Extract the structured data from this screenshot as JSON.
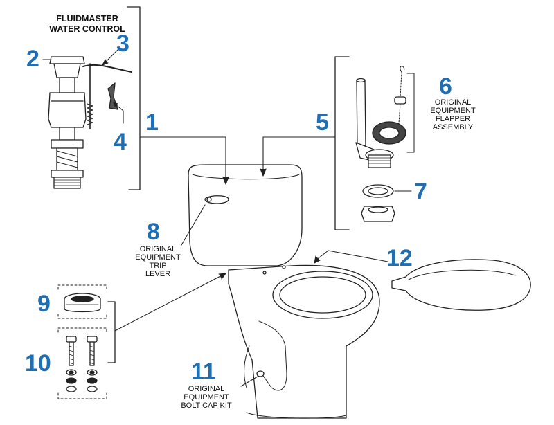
{
  "diagram": {
    "fill_valve_title": [
      "FLUIDMASTER",
      "WATER CONTROL"
    ],
    "callouts": {
      "n1": "1",
      "n2": "2",
      "n3": "3",
      "n4": "4",
      "n5": "5",
      "n6": "6",
      "n7": "7",
      "n8": "8",
      "n9": "9",
      "n10": "10",
      "n11": "11",
      "n12": "12"
    },
    "captions": {
      "flapper": [
        "ORIGINAL",
        "EQUIPMENT",
        "FLAPPER",
        "ASSEMBLY"
      ],
      "trip_lever": [
        "ORIGINAL",
        "EQUIPMENT",
        "TRIP",
        "LEVER"
      ],
      "bolt_cap": [
        "ORIGINAL",
        "EQUIPMENT",
        "BOLT CAP KIT"
      ]
    },
    "colors": {
      "callout_number": "#1f6fb5",
      "line_art": "#222222"
    }
  }
}
